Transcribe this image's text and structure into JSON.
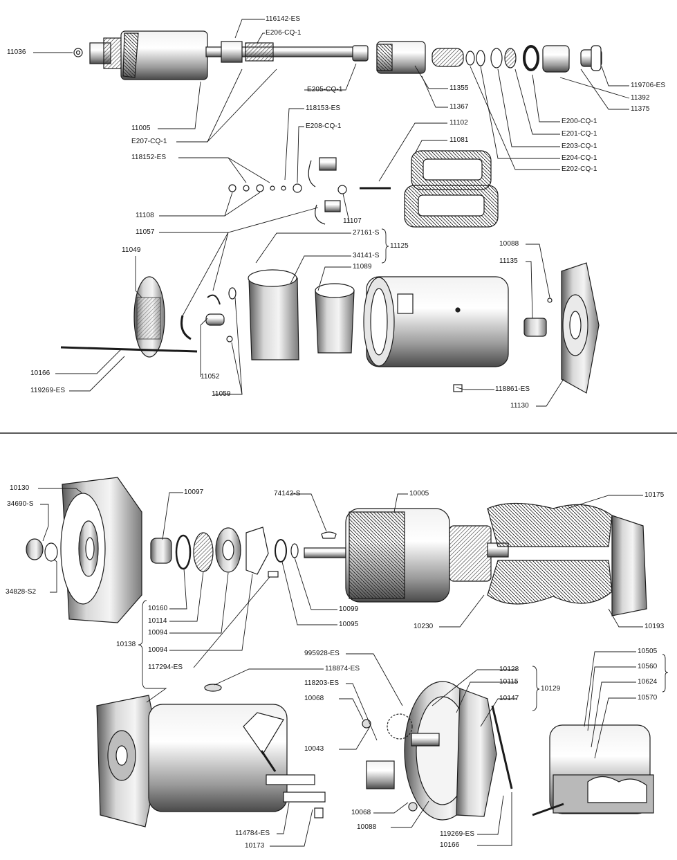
{
  "parts": {
    "starter": [
      "11036",
      "116142-ES",
      "E206-CQ-1",
      "E205-CQ-1",
      "11355",
      "11367",
      "11005",
      "E207-CQ-1",
      "119706-ES",
      "11392",
      "11375",
      "E200-CQ-1",
      "E201-CQ-1",
      "E203-CQ-1",
      "E204-CQ-1",
      "E202-CQ-1",
      "118153-ES",
      "E208-CQ-1",
      "11102",
      "11081",
      "118152-ES",
      "11108",
      "11107",
      "11057",
      "27161-S",
      "11125",
      "34141-S",
      "11089",
      "11049",
      "10088",
      "11135",
      "10166",
      "119269-ES",
      "11052",
      "11059",
      "118861-ES",
      "11130"
    ],
    "generator": [
      "10130",
      "34690-S",
      "34828-S2",
      "10097",
      "74142-S",
      "10005",
      "10175",
      "10160",
      "10114",
      "10094",
      "10138",
      "10094",
      "117294-ES",
      "10099",
      "10095",
      "10230",
      "10193",
      "995928-ES",
      "118874-ES",
      "118203-ES",
      "10068",
      "10043",
      "10128",
      "10115",
      "10147",
      "10129",
      "10505",
      "10560",
      "10624",
      "10570",
      "10068",
      "10088",
      "119269-ES",
      "10166",
      "114784-ES",
      "10173"
    ]
  },
  "colors": {
    "ink": "#1a1a1a",
    "paper": "#ffffff",
    "shade": "#8a8a8a"
  }
}
